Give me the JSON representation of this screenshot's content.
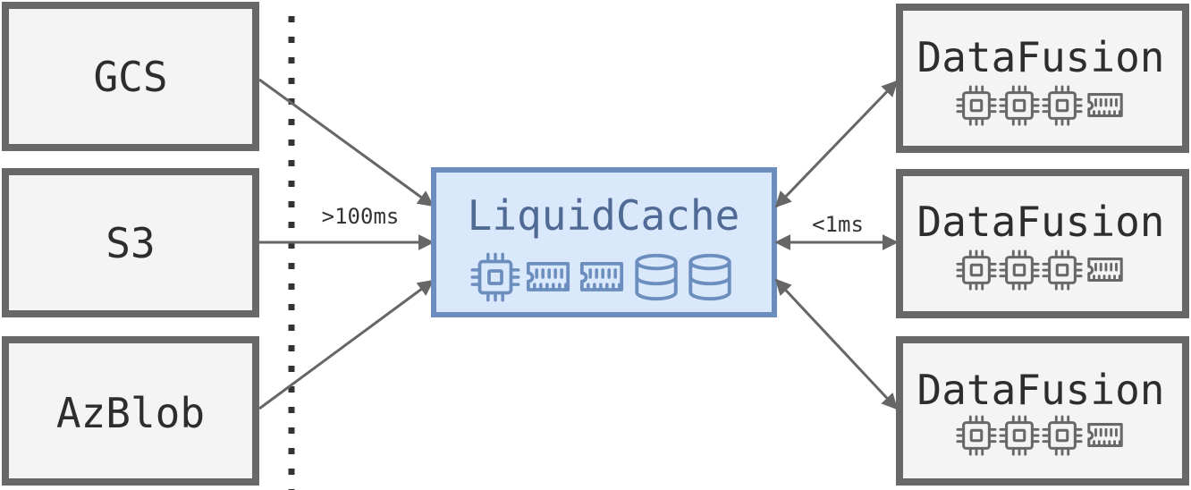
{
  "sources": [
    {
      "id": "gcs",
      "label": "GCS"
    },
    {
      "id": "s3",
      "label": "S3"
    },
    {
      "id": "azblob",
      "label": "AzBlob"
    }
  ],
  "cache": {
    "label": "LiquidCache",
    "icons": [
      "cpu-icon",
      "memory-icon",
      "memory-icon",
      "database-icon",
      "database-icon"
    ]
  },
  "compute": [
    {
      "label": "DataFusion",
      "icons": [
        "cpu-icon",
        "cpu-icon",
        "cpu-icon",
        "memory-icon"
      ]
    },
    {
      "label": "DataFusion",
      "icons": [
        "cpu-icon",
        "cpu-icon",
        "cpu-icon",
        "memory-icon"
      ]
    },
    {
      "label": "DataFusion",
      "icons": [
        "cpu-icon",
        "cpu-icon",
        "cpu-icon",
        "memory-icon"
      ]
    }
  ],
  "latency": {
    "storage_to_cache": ">100ms",
    "cache_to_compute": "<1ms"
  },
  "colors": {
    "box_stroke": "#686868",
    "box_fill": "#f4f4f4",
    "text": "#2d2d2d",
    "cache_stroke": "#6c8ebf",
    "cache_fill": "#dae8fc",
    "cache_text": "#4f6a94",
    "arrow": "#666666"
  }
}
